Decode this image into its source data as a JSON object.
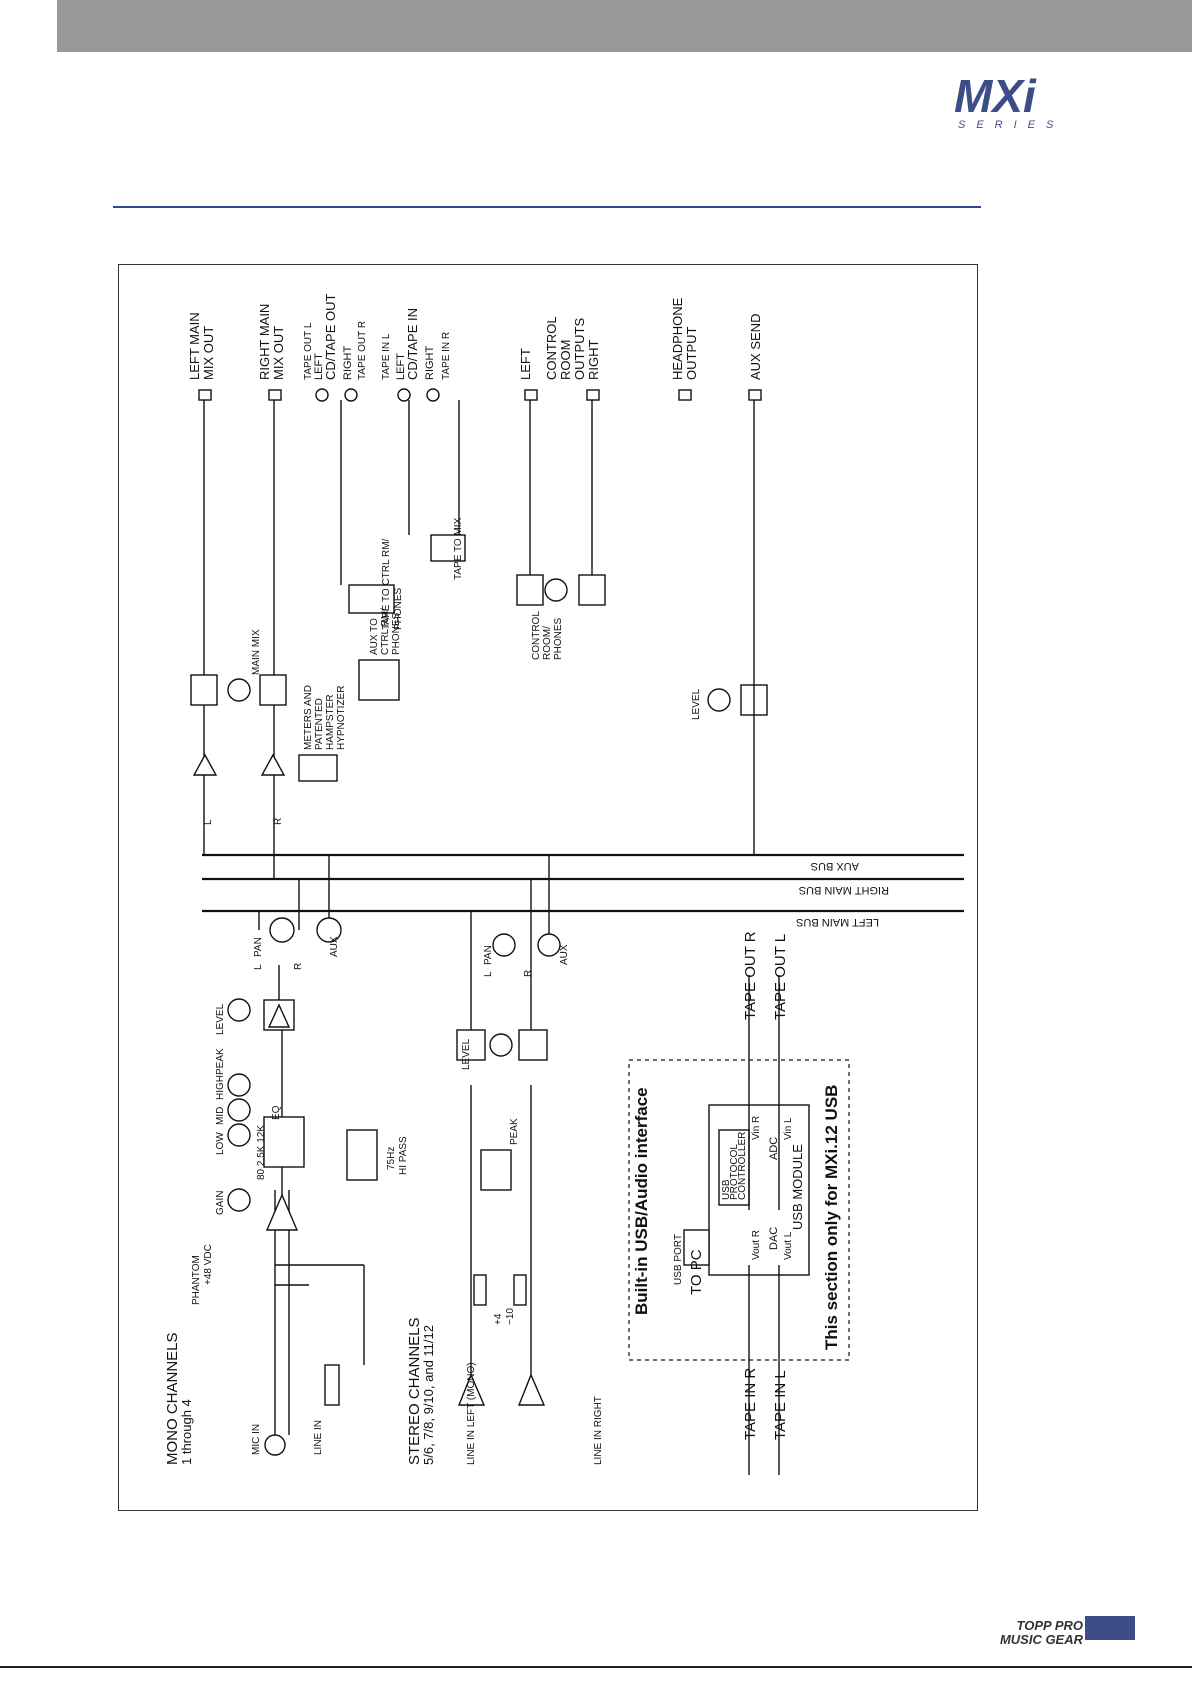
{
  "brand": {
    "logo_main": "MXi",
    "logo_sub": "SERIES",
    "footer_line1": "TOPP PRO",
    "footer_line2": "MUSIC GEAR",
    "accent": "#2f4a8c",
    "footer_accent": "#3d4d88",
    "header_bar": "#999999"
  },
  "diagram": {
    "mono": {
      "title": "MONO CHANNELS",
      "subtitle": "1 through 4",
      "mic_in": "MIC IN",
      "line_in": "LINE IN",
      "phantom": "PHANTOM",
      "vdc": "+48 VDC",
      "gain": "GAIN",
      "low": "LOW",
      "mid": "MID",
      "high": "HIGH",
      "peak": "PEAK",
      "level": "LEVEL",
      "eq_freqs": "80    2.5K  12K",
      "eq": "EQ",
      "hipass1": "75Hz",
      "hipass2": "HI PASS",
      "pan": "PAN",
      "aux": "AUX",
      "l": "L",
      "r": "R"
    },
    "stereo": {
      "title": "STEREO CHANNELS",
      "subtitle": "5/6, 7/8, 9/10, and 11/12",
      "line_left": "LINE IN LEFT (MONO)",
      "line_right": "LINE IN RIGHT",
      "plus4": "+4",
      "minus10": "−10",
      "peak": "PEAK",
      "level": "LEVEL",
      "pan": "PAN",
      "aux": "AUX",
      "l": "L",
      "r": "R"
    },
    "buses": {
      "aux": "AUX BUS",
      "right": "RIGHT MAIN BUS",
      "left": "LEFT MAIN BUS"
    },
    "master": {
      "l": "L",
      "r": "R",
      "main_mix": "MAIN MIX",
      "meters1": "METERS AND",
      "meters2": "PATENTED",
      "meters3": "HAMPSTER",
      "meters4": "HYPNOTIZER",
      "aux_ctrl1": "AUX TO",
      "aux_ctrl2": "CTRL RM/",
      "aux_ctrl3": "PHONES",
      "tape_ctrl1": "TAPE TO CTRL RM/",
      "tape_ctrl2": "PHONES",
      "tape_mix": "TAPE TO MIX",
      "cr1": "CONTROL",
      "cr2": "ROOM/",
      "cr3": "PHONES",
      "level": "LEVEL"
    },
    "outputs": {
      "left_main1": "LEFT MAIN",
      "left_main2": "MIX OUT",
      "right_main1": "RIGHT MAIN",
      "right_main2": "MIX OUT",
      "tape_out_l": "TAPE OUT L",
      "tape_out_r": "TAPE OUT R",
      "left": "LEFT",
      "right": "RIGHT",
      "cd_out": "CD/TAPE OUT",
      "tape_in_l": "TAPE IN L",
      "tape_in_r": "TAPE IN R",
      "cd_in": "CD/TAPE IN",
      "cr_left": "LEFT",
      "cr_mid1": "CONTROL",
      "cr_mid2": "ROOM",
      "cr_mid3": "OUTPUTS",
      "cr_right": "RIGHT",
      "headphone1": "HEADPHONE",
      "headphone2": "OUTPUT",
      "aux_send": "AUX SEND"
    },
    "usb": {
      "title": "Built-in USB/Audio interface",
      "note": "This section only for MXi.12 USB",
      "usb_port": "USB PORT",
      "to_pc": "TO PC",
      "controller1": "USB",
      "controller2": "PROTOCOL",
      "controller3": "CONTROLLER",
      "module": "USB MODULE",
      "adc": "ADC",
      "dac": "DAC",
      "vin_r": "Vin R",
      "vin_l": "Vin L",
      "vout_r": "Vout R",
      "vout_l": "Vout L",
      "tape_out_r": "TAPE OUT R",
      "tape_out_l": "TAPE OUT L",
      "tape_in_r": "TAPE IN R",
      "tape_in_l": "TAPE IN L"
    }
  }
}
